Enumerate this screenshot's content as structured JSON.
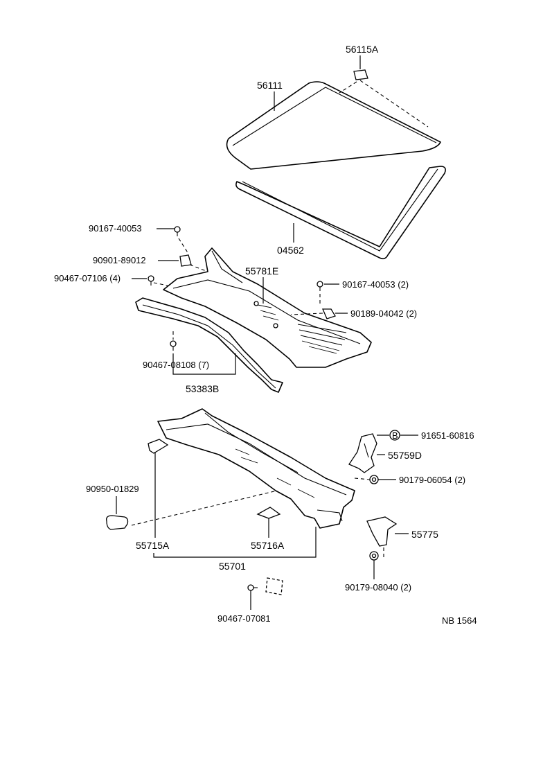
{
  "callouts": {
    "p56115A": "56115A",
    "p56111": "56111",
    "p04562": "04562",
    "p90167_40053_top": "90167-40053",
    "p90901_89012": "90901-89012",
    "p90467_07106": "90467-07106 (4)",
    "p55781E": "55781E",
    "p90167_40053_right": "90167-40053 (2)",
    "p90189_04042": "90189-04042 (2)",
    "p90467_08108": "90467-08108 (7)",
    "p53383B": "53383B",
    "pB_marker": "B",
    "p91651_60816": "91651-60816",
    "p55759D": "55759D",
    "p90179_06054": "90179-06054 (2)",
    "p90950_01829": "90950-01829",
    "p55775": "55775",
    "p55715A": "55715A",
    "p55716A": "55716A",
    "p55701": "55701",
    "p90179_08040": "90179-08040 (2)",
    "p90467_07081": "90467-07081"
  },
  "diagram_code": "NB 1564"
}
